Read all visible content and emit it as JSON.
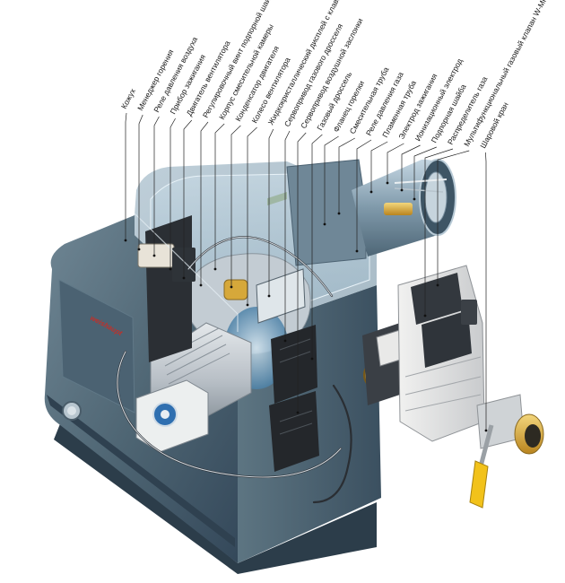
{
  "diagram": {
    "brand_mark": "weishaupt",
    "colors": {
      "housing_dark": "#3f5563",
      "housing_mid": "#5c7482",
      "housing_light": "#8da2ae",
      "glass": "#a9c3d3",
      "motor": "#c9ced3",
      "module_black": "#24272b",
      "brass": "#d8a93a",
      "valve_handle": "#f2c21a",
      "brand_red": "#c0302a"
    },
    "labels": [
      "Кожух",
      "Менеджер горения",
      "Реле давления воздуха",
      "Прибор зажигания",
      "Двигатель вентилятора",
      "Регулировочный винт подпорной шайбы",
      "Корпус смесительной камеры",
      "Конденсатор двигателя",
      "Колесо вентилятора",
      "Жидкокристаллический дисплей с клавиатурой",
      "Сервопривод газового дросселя",
      "Сервопривод воздушной заслонки",
      "Газовый дроссель",
      "Фланец горелки",
      "Смесительная труба",
      "Реле давления газа",
      "Пламенная труба",
      "Электрод зажигания",
      "Ионизационный электрод",
      "Подпорная шайба",
      "Распределитель газа",
      "Мультифункциональный газовый клапан W-MF",
      "Шаровой кран"
    ]
  }
}
